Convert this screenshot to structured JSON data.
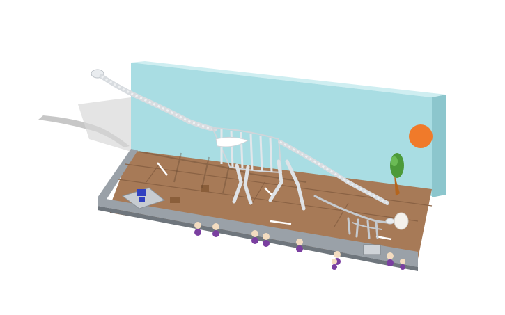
{
  "viewport": {
    "background": "#ffffff"
  },
  "scene": {
    "colors": {
      "backdrop_face": "#a9dde3",
      "backdrop_top": "#cfeef1",
      "backdrop_side": "#8cc6cd",
      "floor": "#a77a57",
      "floor_dark": "#7f5a3d",
      "base_gray": "#9aa1a8",
      "base_dark": "#6f767d",
      "bone": "#e9ecef",
      "bone_shade": "#b9bfc5",
      "shadow": "#9a9a9a",
      "sun": "#f07a2a",
      "tree_leaves": "#4c9a3a",
      "tree_trunk": "#b5651d",
      "visitor_head": "#f3dcc0",
      "visitor_body": "#7a3fa0",
      "sign_blue": "#3040c0"
    },
    "objects": [
      {
        "name": "backdrop-wall"
      },
      {
        "name": "museum-floor"
      },
      {
        "name": "brontosaurus-skeleton"
      },
      {
        "name": "raptor-skeleton"
      },
      {
        "name": "dinosaur-egg"
      },
      {
        "name": "painted-sun"
      },
      {
        "name": "painted-tree"
      },
      {
        "name": "info-sign"
      },
      {
        "name": "visitor-figures"
      }
    ]
  }
}
